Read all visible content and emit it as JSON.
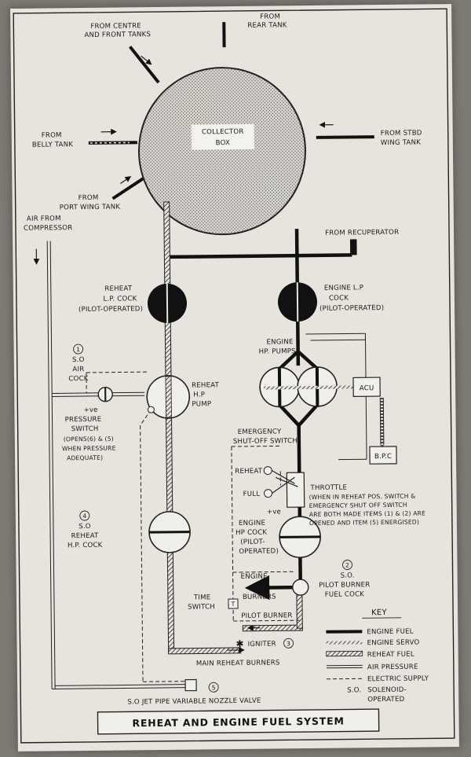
{
  "title": "REHEAT AND ENGINE FUEL SYSTEM",
  "collector_box": [
    "COLLECTOR",
    "BOX"
  ],
  "sources": {
    "centre_front": [
      "FROM CENTRE",
      "AND FRONT TANKS"
    ],
    "rear": [
      "FROM",
      "REAR TANK"
    ],
    "belly": [
      "FROM",
      "BELLY TANK"
    ],
    "stbd_wing": [
      "FROM STBD",
      "WING TANK"
    ],
    "port_wing": [
      "FROM",
      "PORT WING TANK"
    ],
    "air_compressor": [
      "AIR FROM",
      "COMPRESSOR"
    ],
    "recuperator": "FROM RECUPERATOR"
  },
  "components": {
    "reheat_lp_cock": [
      "REHEAT",
      "L.P. COCK",
      "(PILOT-OPERATED)"
    ],
    "engine_lp_cock": [
      "ENGINE L.P",
      "COCK",
      "(PILOT-OPERATED)"
    ],
    "engine_hp_pumps": [
      "ENGINE",
      "HP. PUMPS"
    ],
    "acu": "ACU",
    "bpc": "B.P.C",
    "so_air_cock": [
      "S.O",
      "AIR",
      "COCK"
    ],
    "so_air_cock_num": "1",
    "reheat_hp_pump": [
      "REHEAT",
      "H.P",
      "PUMP"
    ],
    "pressure_switch": [
      "+ve",
      "PRESSURE",
      "SWITCH",
      "(OPENS(6) & (5)",
      "WHEN PRESSURE",
      "ADEQUATE)"
    ],
    "emergency_switch": [
      "EMERGENCY",
      "SHUT-OFF SWITCH"
    ],
    "switch_reheat": "REHEAT",
    "switch_full": "FULL",
    "throttle": [
      "THROTTLE",
      "(WHEN IN REHEAT POS. SWITCH &",
      "EMERGENCY SHUT OFF SWITCH",
      "ARE BOTH MADE ITEMS (1) & (2) ARE",
      "OPENED AND ITEM (5) ENERGISED)"
    ],
    "plus_ve": "+ve",
    "so_reheat_hp_cock": [
      "S.O",
      "REHEAT",
      "H.P. COCK"
    ],
    "so_reheat_hp_cock_num": "4",
    "engine_hp_cock": [
      "ENGINE",
      "HP COCK",
      "(PILOT-",
      "OPERATED)"
    ],
    "pilot_burner_cock": [
      "S.O.",
      "PILOT BURNER",
      "FUEL COCK"
    ],
    "pilot_burner_cock_num": "2",
    "engine_burners": [
      "ENGINE",
      "BURNERS"
    ],
    "time_switch": [
      "TIME",
      "SWITCH"
    ],
    "time_switch_mark": "T",
    "pilot_burner": "PILOT BURNER",
    "igniter": "IGNITER",
    "igniter_num": "3",
    "main_reheat_burners": "MAIN REHEAT BURNERS",
    "nozzle_valve": "S.O JET PIPE VARIABLE NOZZLE VALVE",
    "nozzle_valve_num": "5"
  },
  "key": {
    "heading": "KEY",
    "items": [
      "ENGINE FUEL",
      "ENGINE SERVO",
      "REHEAT FUEL",
      "AIR PRESSURE",
      "ELECTRIC SUPPLY"
    ],
    "so_abbrev": "S.O.",
    "so_meaning": [
      "SOLENOID-",
      "OPERATED"
    ]
  }
}
